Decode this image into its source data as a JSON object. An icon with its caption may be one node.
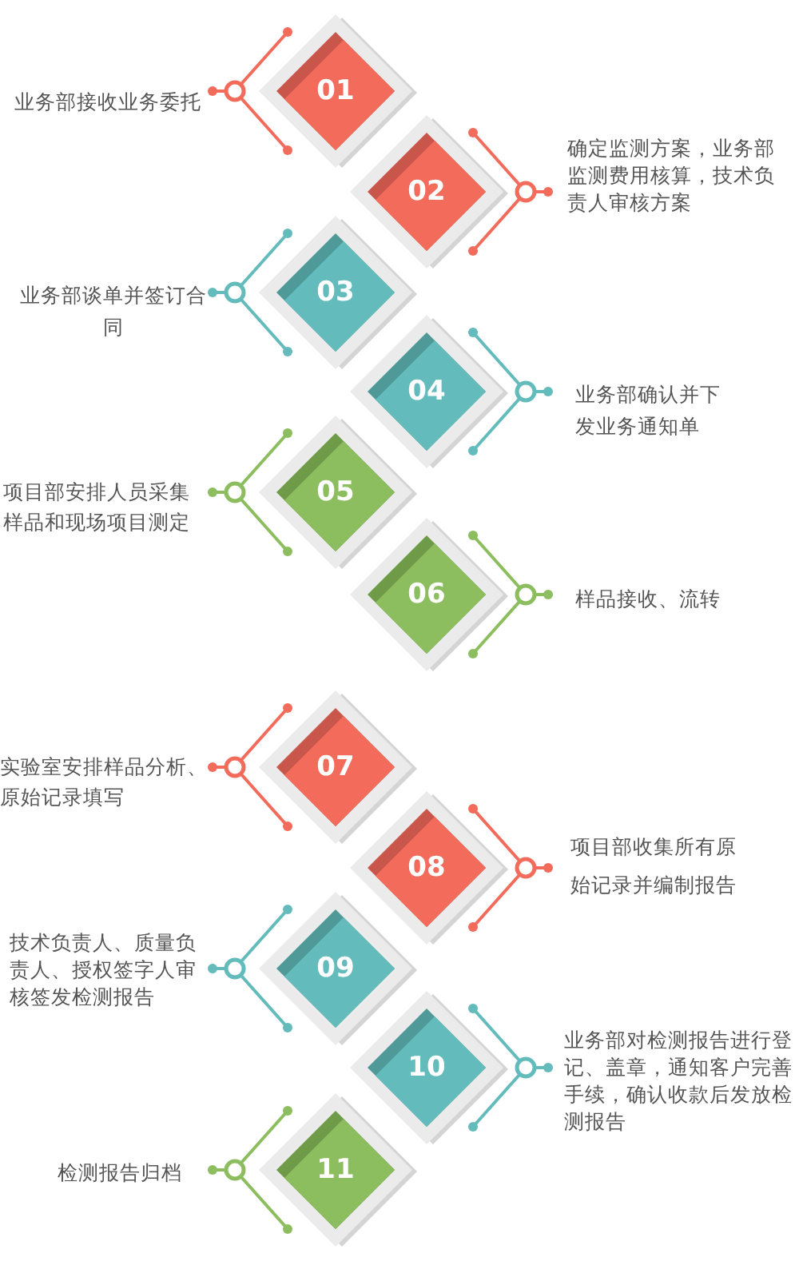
{
  "diagram": {
    "nodes": [
      {
        "text": [
          "01"
        ],
        "beside": [
          "业务部接收业务委托"
        ]
      },
      {
        "text": [
          "02"
        ],
        "beside": [
          "确定监测方案，业务部监测费用核算，技术负责人审核方案"
        ]
      },
      {
        "text": [
          "03"
        ],
        "beside": [
          "业务部谈单并签订合同"
        ]
      },
      {
        "text": [
          "04"
        ],
        "beside": [
          "业务部确认并下发业务通知单"
        ]
      },
      {
        "text": [
          "05"
        ],
        "beside": [
          "项目部安排人员采集样品和现场项目测定"
        ]
      },
      {
        "text": [
          "06"
        ],
        "beside": [
          "样品接收、流转"
        ]
      },
      {
        "text": [
          "07"
        ],
        "beside": [
          "实验室安排样品分析、原始记录填写"
        ]
      },
      {
        "text": [
          "08"
        ],
        "beside": [
          "项目部收集所有原始记录并编制报告"
        ]
      },
      {
        "text": [
          "09"
        ],
        "beside": [
          "技术负责人、质量负责人、授权签字人审核签发检测报告"
        ]
      },
      {
        "text": [
          "10"
        ],
        "beside": [
          "业务部对检测报告进行登记、盖章，通知客户完善手续，确认收款后发放检测报告"
        ]
      },
      {
        "text": [
          "11"
        ],
        "beside": [
          "检测报告归档"
        ]
      }
    ]
  }
}
